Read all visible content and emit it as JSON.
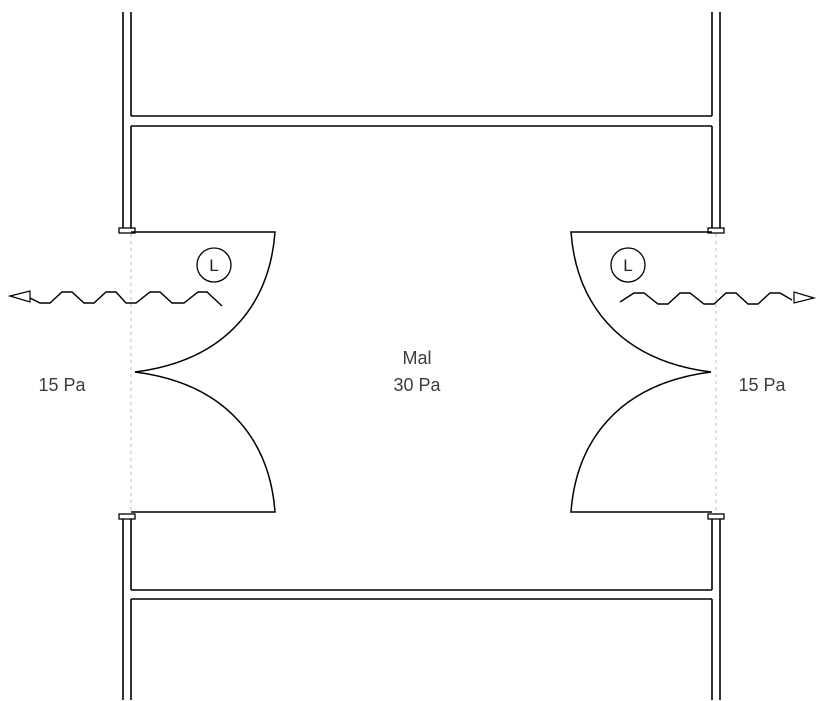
{
  "center_room": {
    "name": "Mal",
    "pressure": "30 Pa"
  },
  "left_space": {
    "pressure": "15 Pa"
  },
  "right_space": {
    "pressure": "15 Pa"
  },
  "left_door": {
    "badge": "L"
  },
  "right_door": {
    "badge": "L"
  },
  "colors": {
    "line": "#000000",
    "text": "#3c3c3c",
    "threshold": "#b8b8b8"
  }
}
